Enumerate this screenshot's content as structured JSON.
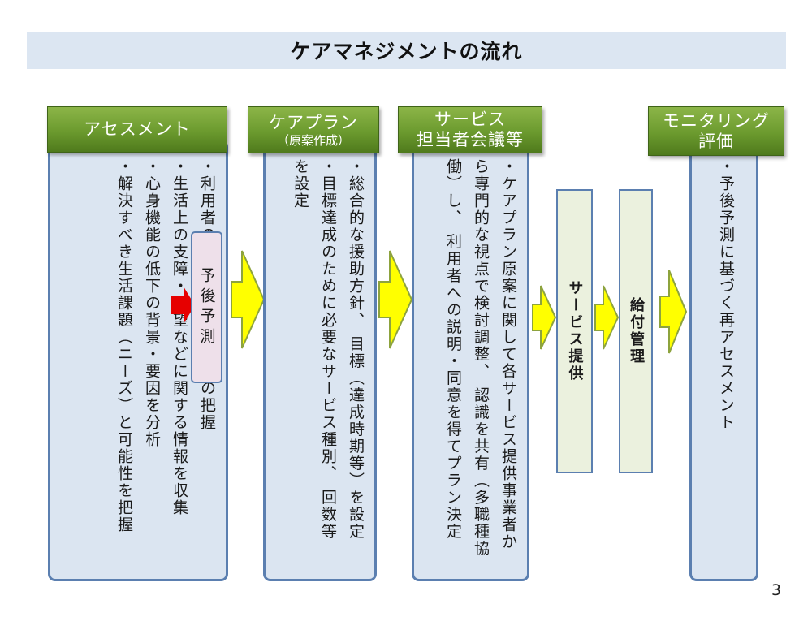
{
  "title": "ケアマネジメントの流れ",
  "page_number": "3",
  "colors": {
    "title_bg": "#dce6f2",
    "panel_bg": "#dbe5f1",
    "panel_border": "#5b7fb0",
    "header_green": "#6b9a2e",
    "flow_arrow": "#ffff00",
    "red_arrow": "#e60000",
    "service_box_bg": "#ebf1de",
    "yesoku_bg": "#eee0ea"
  },
  "stages": {
    "assessment": {
      "heading": "アセスメント",
      "items": [
        "・利用者の置かれている状況の把握",
        "・生活上の支障・要望などに関する情報を収集",
        "・心身機能の低下の背景・要因を分析",
        "・解決すべき生活課題（ニーズ）と可能性を把握"
      ]
    },
    "care_plan": {
      "heading": "ケアプラン",
      "subheading": "（原案作成）",
      "items": [
        "・総合的な援助方針、 目標（達成時期等）を設定",
        "・目標達成のために必要なサービス種別、 回数等を設定"
      ]
    },
    "conference": {
      "heading_line1": "サービス",
      "heading_line2": "担当者会議等",
      "items": [
        "・ケアプラン原案に関して各サービス提供事業者から専門的な視点で検討調整、 認識を共有（多職種協働）し、 利用者への説明・同意を得てプラン決定"
      ]
    },
    "service_provision": {
      "label": "サービス提供"
    },
    "benefit_management": {
      "label": "給付管理"
    },
    "monitoring": {
      "heading_line1": "モニタリング",
      "heading_line2": "評価",
      "items": [
        "・予後予測に基づく再アセスメント"
      ]
    }
  },
  "prognosis_label": "予後予測"
}
